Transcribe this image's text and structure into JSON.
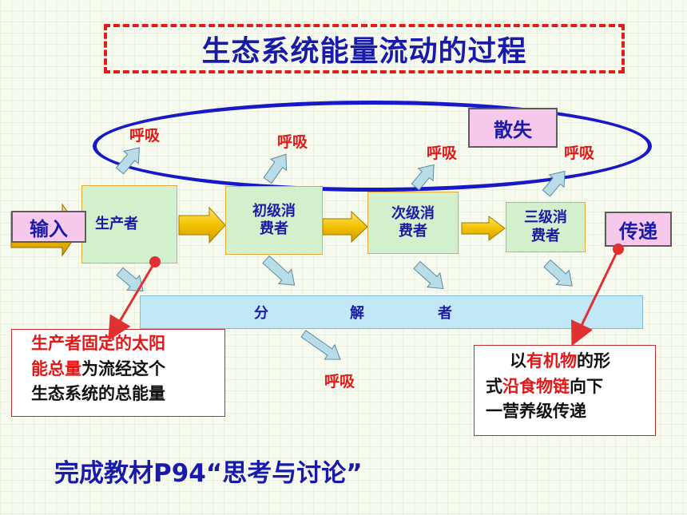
{
  "title": "生态系统能量流动的过程",
  "labels": {
    "dissipation": "散失",
    "input": "输入",
    "transfer": "传递",
    "respiration_1": "呼吸",
    "respiration_2": "呼吸",
    "respiration_3": "呼吸",
    "respiration_4": "呼吸",
    "respiration_decomposer": "呼吸"
  },
  "nodes": {
    "producer": "生产者",
    "primary_line1": "初级消",
    "primary_line2": "费者",
    "secondary_line1": "次级消",
    "secondary_line2": "费者",
    "tertiary_line1": "三级消",
    "tertiary_line2": "费者",
    "decomposer_chars": [
      "分",
      "解",
      "者"
    ]
  },
  "note_left": {
    "red_part": "生产者固定的太阳能总量",
    "red_line1": "生产者固定的太阳",
    "red_line2": "能总量",
    "rest_line2": "为流经这个",
    "line3": "生态系统的总能量"
  },
  "note_right": {
    "line1_pre": "以",
    "line1_red": "有机物",
    "line1_post": "的形",
    "line2_pre": "式",
    "line2_red": "沿食物链",
    "line2_post": "向下",
    "line3": "一营养级传递"
  },
  "bottom_text": "完成教材P94“思考与讨论”",
  "colors": {
    "title_text": "#1a1aa8",
    "title_border": "#e21b1b",
    "ellipse": "#1818c8",
    "respiration_text": "#e01818",
    "pink_box": "#f5c8ec",
    "green_box": "#d3f0cd",
    "decomposer_bar": "#c2e8f6",
    "flow_arrow": "#f0c000",
    "branch_arrow": "#b8dce8",
    "pointer_line": "#e03030"
  }
}
